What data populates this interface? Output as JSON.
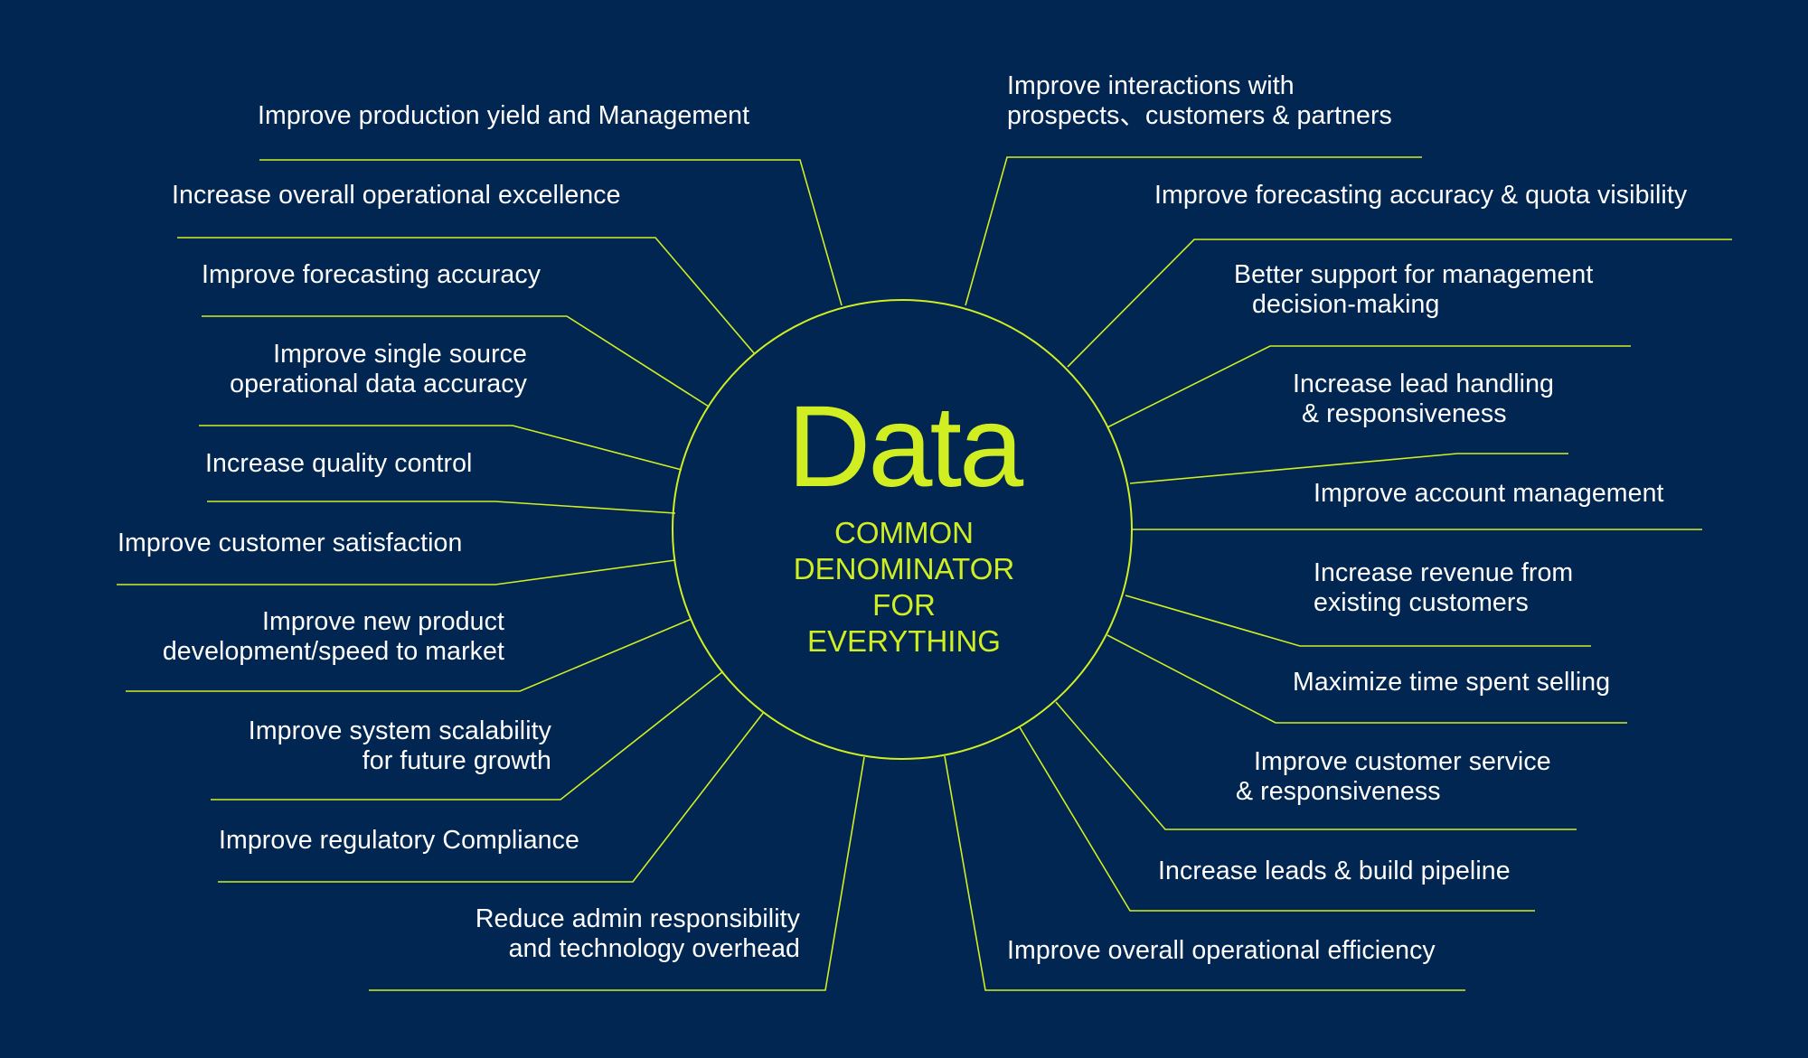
{
  "center": {
    "title": "Data",
    "subtitle": [
      "COMMON",
      "DENOMINATOR",
      "FOR",
      "EVERYTHING"
    ]
  },
  "left_items": [
    [
      "Improve production yield and Management"
    ],
    [
      "Increase overall operational excellence"
    ],
    [
      "Improve forecasting accuracy"
    ],
    [
      "Improve single source",
      "operational data accuracy"
    ],
    [
      "Increase quality control"
    ],
    [
      "Improve customer satisfaction"
    ],
    [
      "Improve new product",
      "development/speed to market"
    ],
    [
      "Improve system scalability",
      "for future growth"
    ],
    [
      "Improve regulatory Compliance"
    ],
    [
      "Reduce admin responsibility",
      "and technology overhead"
    ]
  ],
  "right_items": [
    [
      "Improve interactions with",
      "prospects、customers & partners"
    ],
    [
      "Improve forecasting accuracy & quota visibility"
    ],
    [
      "Better support for management",
      "decision-making"
    ],
    [
      "Increase lead handling",
      "& responsiveness"
    ],
    [
      "Improve account management"
    ],
    [
      "Increase revenue from",
      "existing customers"
    ],
    [
      "Maximize time spent selling"
    ],
    [
      "Improve customer service",
      "& responsiveness"
    ],
    [
      "Increase leads & build pipeline"
    ],
    [
      "Improve overall operational efficiency"
    ]
  ],
  "colors": {
    "background": "#012652",
    "accent": "#d1ee22",
    "text": "#ffffff"
  }
}
